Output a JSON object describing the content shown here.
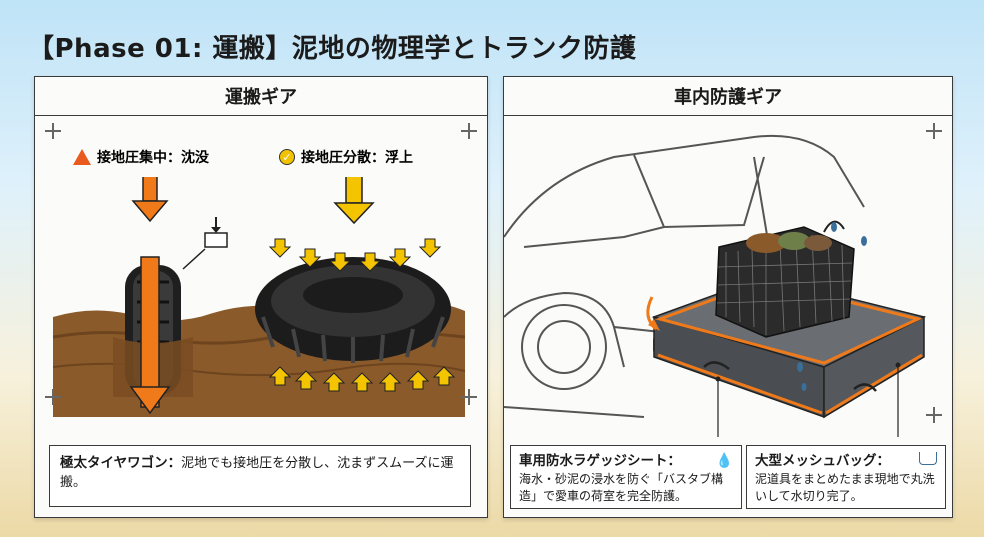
{
  "title": "【Phase 01: 運搬】泥地の物理学とトランク防護",
  "left_panel": {
    "heading": "運搬ギア",
    "label_sink": "接地圧集中：沈没",
    "label_float": "接地圧分散：浮上",
    "caption_bold": "極太タイヤワゴン：",
    "caption_text": "泥地でも接地圧を分散し、沈まずスムーズに運搬。"
  },
  "right_panel": {
    "heading": "車内防護ギア",
    "sheet_title": "車用防水ラゲッジシート：",
    "sheet_text": "海水・砂泥の浸水を防ぐ「バスタブ構造」で愛車の荷室を完全防護。",
    "bag_title": "大型メッシュバッグ：",
    "bag_text": "泥道具をまとめたまま現地で丸洗いして水切り完了。"
  },
  "colors": {
    "orange": "#f07a1a",
    "yellow": "#f4c400",
    "mud": "#8a5a2b"
  },
  "icons": [
    "warning-icon",
    "check-icon",
    "pressure-icon",
    "water-drop-icon",
    "wash-icon"
  ]
}
